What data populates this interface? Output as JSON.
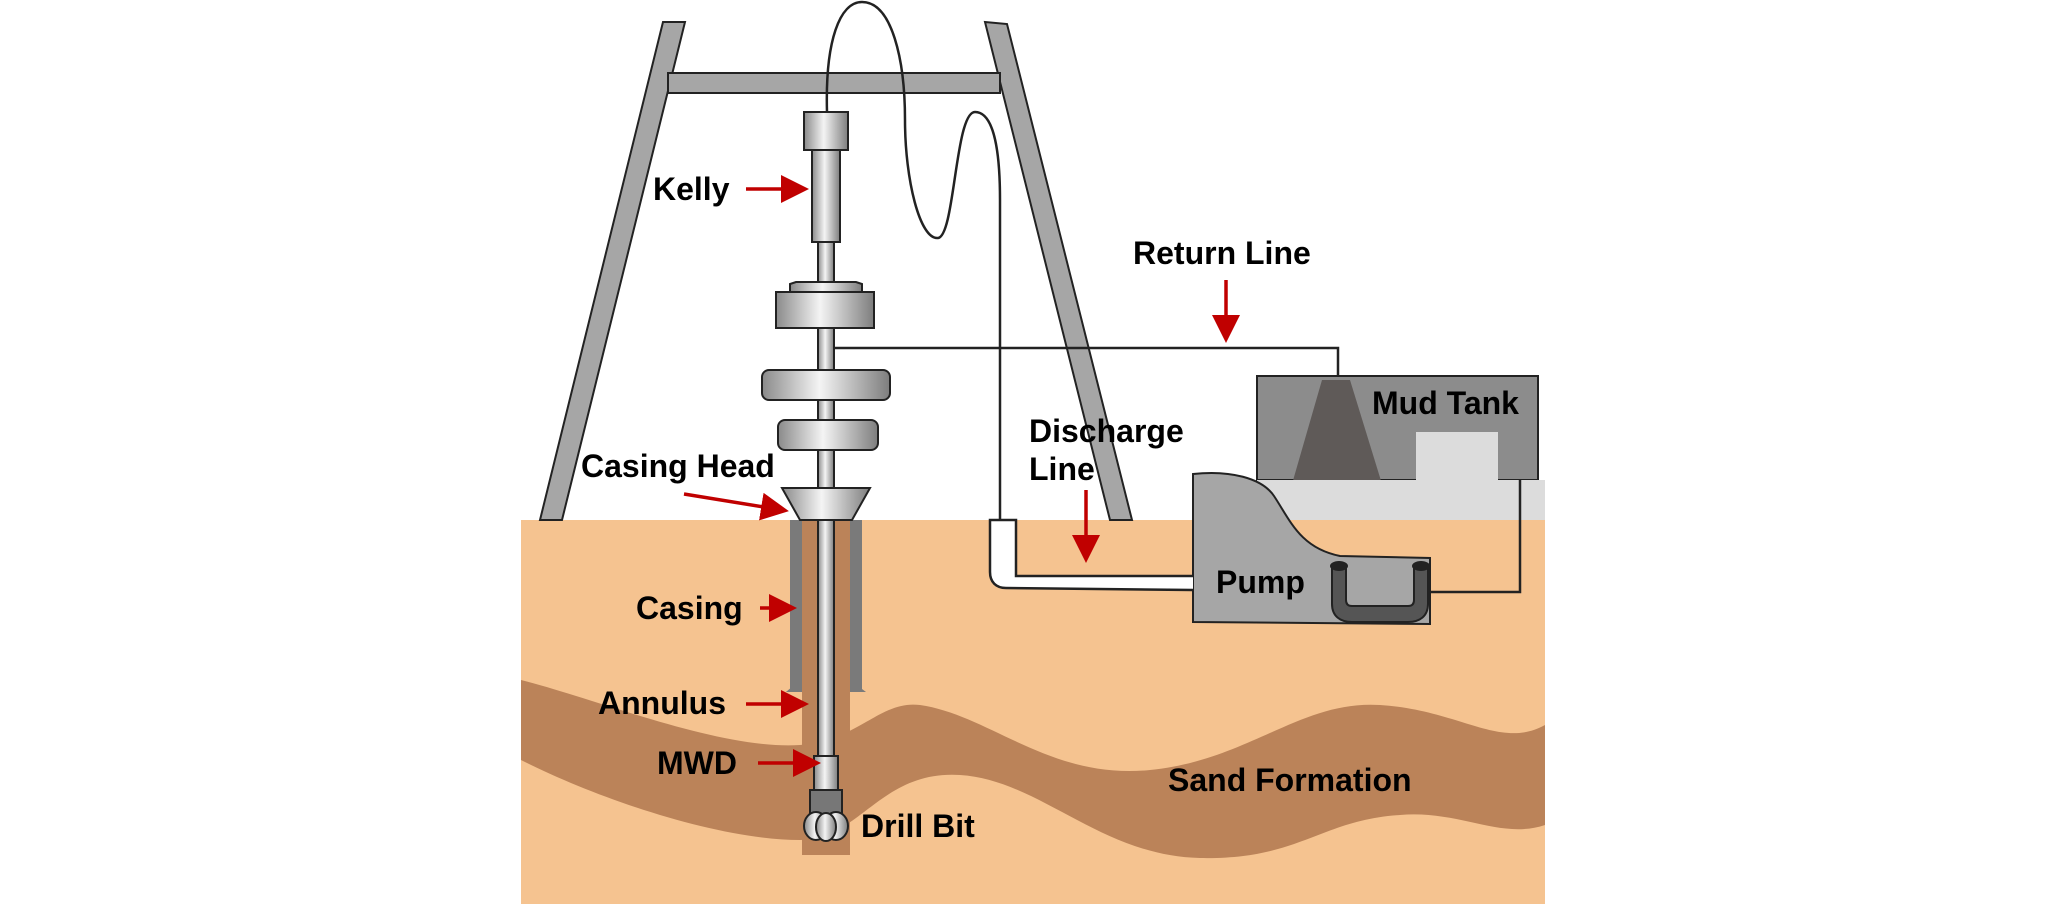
{
  "labels": {
    "kelly": "Kelly",
    "return_line": "Return Line",
    "mud_tank": "Mud Tank",
    "discharge_line_1": "Discharge",
    "discharge_line_2": "Line",
    "casing_head": "Casing Head",
    "casing": "Casing",
    "pump": "Pump",
    "annulus": "Annulus",
    "mwd": "MWD",
    "sand_formation": "Sand Formation",
    "drill_bit": "Drill Bit"
  },
  "colors": {
    "ground": "#f5c390",
    "formation": "#bb8359",
    "arrow": "#c00000",
    "derrick": "#a6a6a6",
    "tank": "#8c8c8c",
    "casing": "#7a7a7a"
  }
}
